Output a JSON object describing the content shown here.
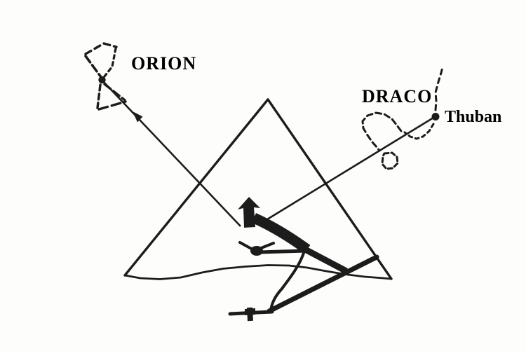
{
  "colors": {
    "background": "#fdfdfc",
    "ink": "#1c1c1c",
    "label_text": "#000000"
  },
  "labels": {
    "orion": "ORION",
    "draco": "DRACO",
    "thuban": "Thuban"
  }
}
